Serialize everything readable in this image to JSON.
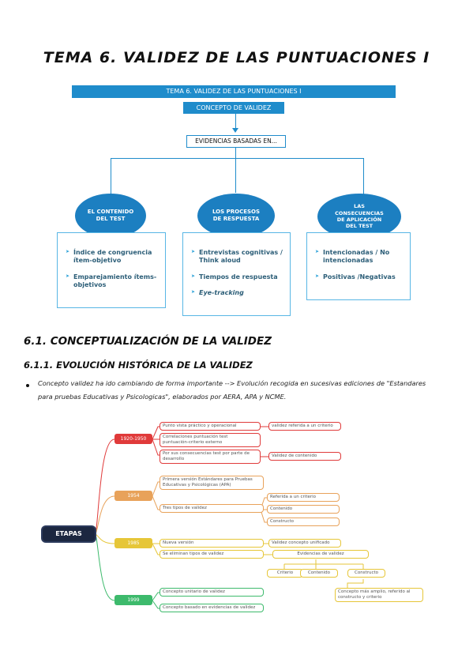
{
  "title": "TEMA 6. VALIDEZ DE LAS PUNTUACIONES I",
  "concept_map": {
    "top_bar": "TEMA 6. VALIDEZ DE LAS PUNTUACIONES I",
    "concept": "CONCEPTO DE VALIDEZ",
    "evidence": "EVIDENCIAS BASADAS EN...",
    "bubbles": [
      {
        "label": "EL CONTENIDO\nDEL TEST"
      },
      {
        "label": "LOS PROCESOS\nDE RESPUESTA"
      },
      {
        "label": "LAS\nCONSECUENCIAS\nDE APLICACIÓN\nDEL TEST"
      }
    ],
    "panels": [
      {
        "items": [
          "Índice de congruencia ítem-objetivo",
          "Emparejamiento ítems-objetivos"
        ]
      },
      {
        "items": [
          "Entrevistas cognitivas / Think aloud",
          "Tiempos de respuesta",
          "Eye-tracking"
        ]
      },
      {
        "items": [
          "Intencionadas / No intencionadas",
          "Positivas /Negativas"
        ]
      }
    ]
  },
  "section_1": "6.1. CONCEPTUALIZACIÓN DE LA VALIDEZ",
  "section_1_1": "6.1.1. EVOLUCIÓN HISTÓRICA DE LA VALIDEZ",
  "bullet": "Concepto validez ha ido cambiando de forma importante --> Evolución recogida en sucesivas ediciones de \"Estandares para pruebas Educativas y Psicologicas\", elaborados por AERA, APA y NCME.",
  "stages": {
    "root": "ETAPAS",
    "s1": {
      "label": "1920-1950",
      "color": "#e03a3a",
      "items": [
        "Punto vista práctico y operacional",
        "Correlaciones puntuación test\npuntuación-criterio externo",
        "Por sus consecuencias test por parte de\ndesarrollo"
      ],
      "right": [
        "validez referida a un criterio",
        "Validez de contenido"
      ]
    },
    "s2": {
      "label": "1954",
      "color": "#e8a25a",
      "items": [
        "Primera versión Estándares para Pruebas\nEducativas y Psicológicas (APA)",
        "Tres tipos de validez"
      ],
      "right": [
        "Referida a un criterio",
        "Contenido",
        "Constructo"
      ]
    },
    "s3": {
      "label": "1985",
      "color": "#e6c638",
      "items": [
        "Nueva versión",
        "Se eliminan tipos de validez"
      ],
      "right": [
        "Validez concepto unificado",
        "Evidencias de validez",
        "Criterio",
        "Contenido",
        "Constructo",
        "Concepto más amplio, referido al\nconstructo y criterio"
      ]
    },
    "s4": {
      "label": "1999",
      "color": "#3dba6c",
      "items": [
        "Concepto unitario de validez",
        "Concepto basado en evidencias de validez"
      ]
    }
  }
}
